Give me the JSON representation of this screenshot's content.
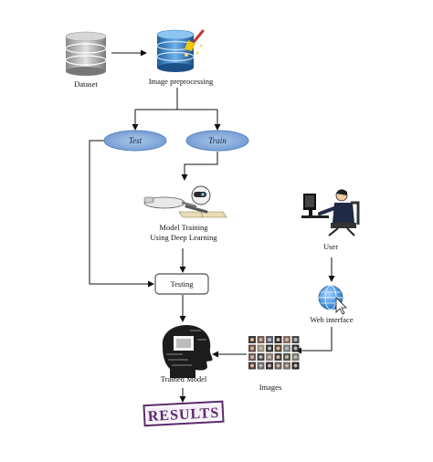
{
  "nodes": {
    "dataset": "Dataset",
    "preprocessing": "Image preprocessing",
    "test": "Test",
    "train": "Train",
    "model_training_line1": "Model Training",
    "model_training_line2": "Using Deep Learning",
    "testing": "Testing",
    "trained_model": "Trained  Model",
    "results": "RESULTS",
    "user": "User",
    "web_interface": "Web interface",
    "images": "Images"
  },
  "icons": {
    "dataset": "database-icon",
    "preprocessing": "database-brush-icon",
    "model_training": "robot-reading-icon",
    "trained_model": "brain-head-icon",
    "user": "person-at-computer-icon",
    "web_interface": "globe-cursor-icon",
    "images": "image-grid-icon",
    "results": "results-stamp-icon"
  },
  "colors": {
    "oval_fill": "#7ba3d6",
    "oval_stroke": "#5a86c2",
    "arrow": "#111111",
    "results_stamp": "#5b2a6e"
  }
}
